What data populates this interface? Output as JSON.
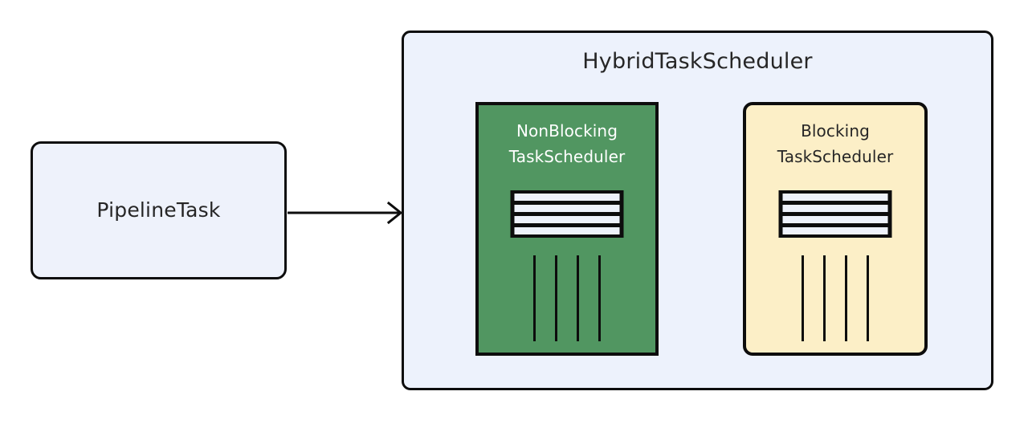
{
  "diagram": {
    "title_node": {
      "label": "PipelineTask",
      "shape": "rounded-rectangle",
      "fill": "#eef2fb",
      "stroke": "#0d0d0d"
    },
    "edge": {
      "name": "submits-to",
      "direction": "right",
      "style": "solid-open-arrow",
      "color": "#0d0d0d"
    },
    "container": {
      "label": "HybridTaskScheduler",
      "fill": "#edf2fc",
      "stroke": "#0d0d0d"
    },
    "schedulers": [
      {
        "id": "nonblocking",
        "line1": "NonBlocking",
        "line2": "TaskScheduler",
        "fill": "#519661",
        "stroke": "#0d0d0d",
        "text_color": "#ffffff",
        "shape": "rectangle",
        "queue_slots": 4,
        "worker_threads": 4
      },
      {
        "id": "blocking",
        "line1": "Blocking",
        "line2": "TaskScheduler",
        "fill": "#fcefc7",
        "stroke": "#0d0d0d",
        "text_color": "#262626",
        "shape": "rounded-rectangle",
        "queue_slots": 4,
        "worker_threads": 4
      }
    ],
    "icons": {
      "queue": "queue-stack-icon",
      "threads": "worker-threads-icon",
      "arrow": "arrow-right-icon"
    },
    "canvas": {
      "background": "#ffffff"
    }
  }
}
